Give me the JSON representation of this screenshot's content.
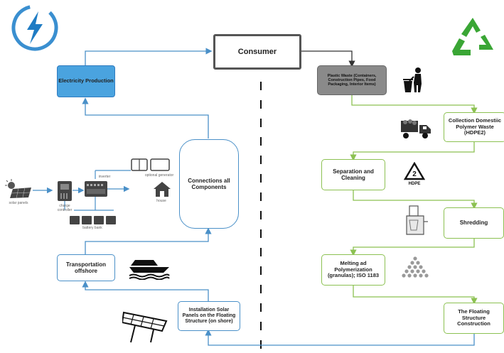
{
  "nodes": {
    "consumer": "Consumer",
    "electricity": "Electricity Production",
    "connections": "Connections all Components",
    "transportation": "Transportation offshore",
    "installation": "Installation Solar Panels on the Floating Structure (on shore)",
    "plastic_waste": "Plastic Waste (Containers, Construction Pipes, Food Packaging, Interior Items)",
    "collection": "Collection Domestiic Polymer Waste (HDPE2)",
    "separation": "Separation and Cleaning",
    "shredding": "Shredding",
    "melting": "Melting ad Polymerization (granulas); ISO 1183",
    "floating": "The Floating Structure Construction"
  },
  "solar_system_labels": {
    "solar_panels": "solar panels",
    "charge_controller": "charge controller",
    "inverter": "inverter",
    "optional_generator": "optional generator",
    "house": "house",
    "battery_bank": "battery bank"
  },
  "recycle_symbol": {
    "number": "2",
    "label": "HDPE"
  },
  "colors": {
    "energy": "#4a90c8",
    "recycling": "#8cc152",
    "consumer_border": "#555555",
    "waste_fill": "#8a8a8a"
  },
  "icons": [
    "lightning-bolt-icon",
    "recycle-icon",
    "trash-person-icon",
    "dump-truck-icon",
    "hdpe-recycle-icon",
    "shredder-icon",
    "granules-icon",
    "solar-panel-icon",
    "boat-icon"
  ]
}
